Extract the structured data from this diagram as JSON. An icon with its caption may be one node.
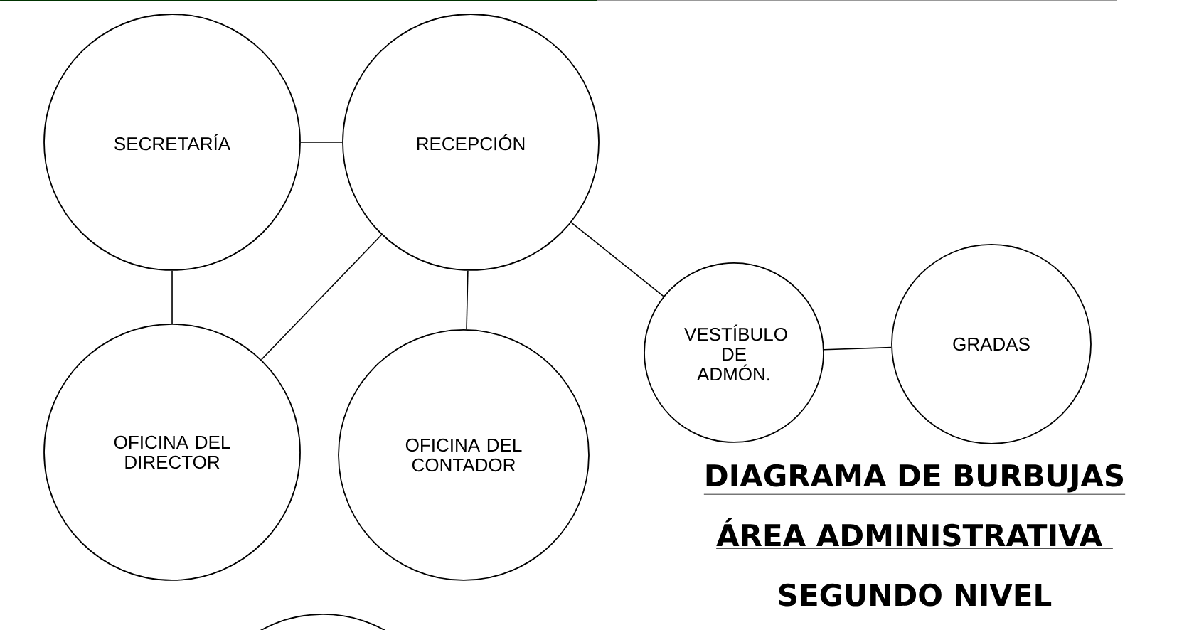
{
  "diagram": {
    "title": "DIAGRAMA DE BURBUJAS",
    "nodes": [
      {
        "text": [
          "SECRETARÍA"
        ]
      },
      {
        "text": [
          "RECEPCIÓN"
        ]
      },
      {
        "text": [
          "VESTÍBULO DE ADMÓN."
        ]
      },
      {
        "text": [
          "GRADAS"
        ]
      },
      {
        "text": [
          "OFICINA DEL DIRECTOR"
        ]
      },
      {
        "text": [
          "OFICINA DEL CONTADOR"
        ]
      },
      {
        "text": [],
        "shape": "circle"
      }
    ],
    "edges": [
      {
        "from": 0,
        "to": 1,
        "arrow": "none"
      },
      {
        "from": 0,
        "to": 4,
        "arrow": "none"
      },
      {
        "from": 1,
        "to": 4,
        "arrow": "none"
      },
      {
        "from": 1,
        "to": 5,
        "arrow": "none"
      },
      {
        "from": 1,
        "to": 2,
        "arrow": "none"
      },
      {
        "from": 2,
        "to": 3,
        "arrow": "none"
      }
    ],
    "labels": [
      "ÁREA ADMINISTRATIVA",
      "SEGUNDO NIVEL"
    ]
  }
}
